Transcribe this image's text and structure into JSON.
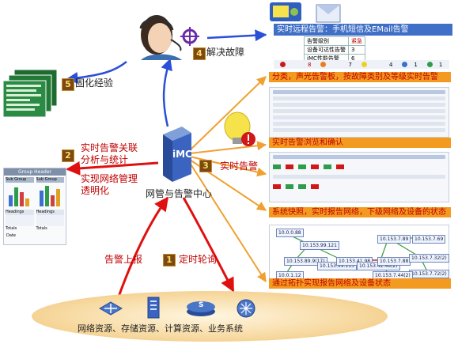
{
  "labels": {
    "resolve": "解决故障",
    "experience": "固化经验",
    "realtime_stats_1": "实时告警关联",
    "realtime_stats_2": "分析与统计",
    "transparent_1": "实现网络管理",
    "transparent_2": "透明化",
    "center": "网管与告警中心",
    "imc": "iMC",
    "realtime_alarm": "实时告警",
    "report": "告警上报",
    "poll": "定时轮询",
    "resources": "网络资源、存储资源、计算资源、业务系统"
  },
  "numbers": {
    "n1": "1",
    "n2": "2",
    "n3": "3",
    "n4": "4",
    "n5": "5"
  },
  "remote_alarm": {
    "title": "实时远程告警：手机短信及EMail告警",
    "rows": [
      {
        "name": "告警级别",
        "value": "紧急"
      },
      {
        "name": "设备可达性告警",
        "value": "3"
      },
      {
        "name": "iMC性能告警",
        "value": "6"
      }
    ],
    "counts": [
      "8",
      "7",
      "4",
      "1",
      "1"
    ]
  },
  "bars": {
    "sound_light": "分类，声光告警板，按故障类别及等级实时告警",
    "browse": "实时告警浏览和确认",
    "topology_show": "系统快照，实时报告网络，下级网络及设备的状态",
    "topology": "通过拓扑实现报告网络及设备状态"
  },
  "report_card": {
    "header": "Group Header",
    "sub1": "Sub Group Heade",
    "sub2": "Sub Group Heade",
    "headings1": "Headings",
    "headings2": "Headings",
    "totals1": "Totals",
    "totals2": "Totals",
    "date": "Date"
  },
  "topo_nodes": [
    "10.0.0.88",
    "10.153.99.121",
    "10.153.89.9(17)",
    "10.153.99.113",
    "10.153.41.98",
    "10.153.42.48(2)",
    "10.153.7.88",
    "10.153.7.89",
    "10.153.7.32(2)",
    "10.153.7.69",
    "10.153.7.72(2)",
    "10.153.7.44(2)",
    "10.0.1.12"
  ],
  "resource_icon_label": "S",
  "colors": {
    "accent_red": "#c00000",
    "orange": "#f39a20",
    "blue_arrow": "#2a4fd8",
    "red_arrow": "#e01010"
  }
}
